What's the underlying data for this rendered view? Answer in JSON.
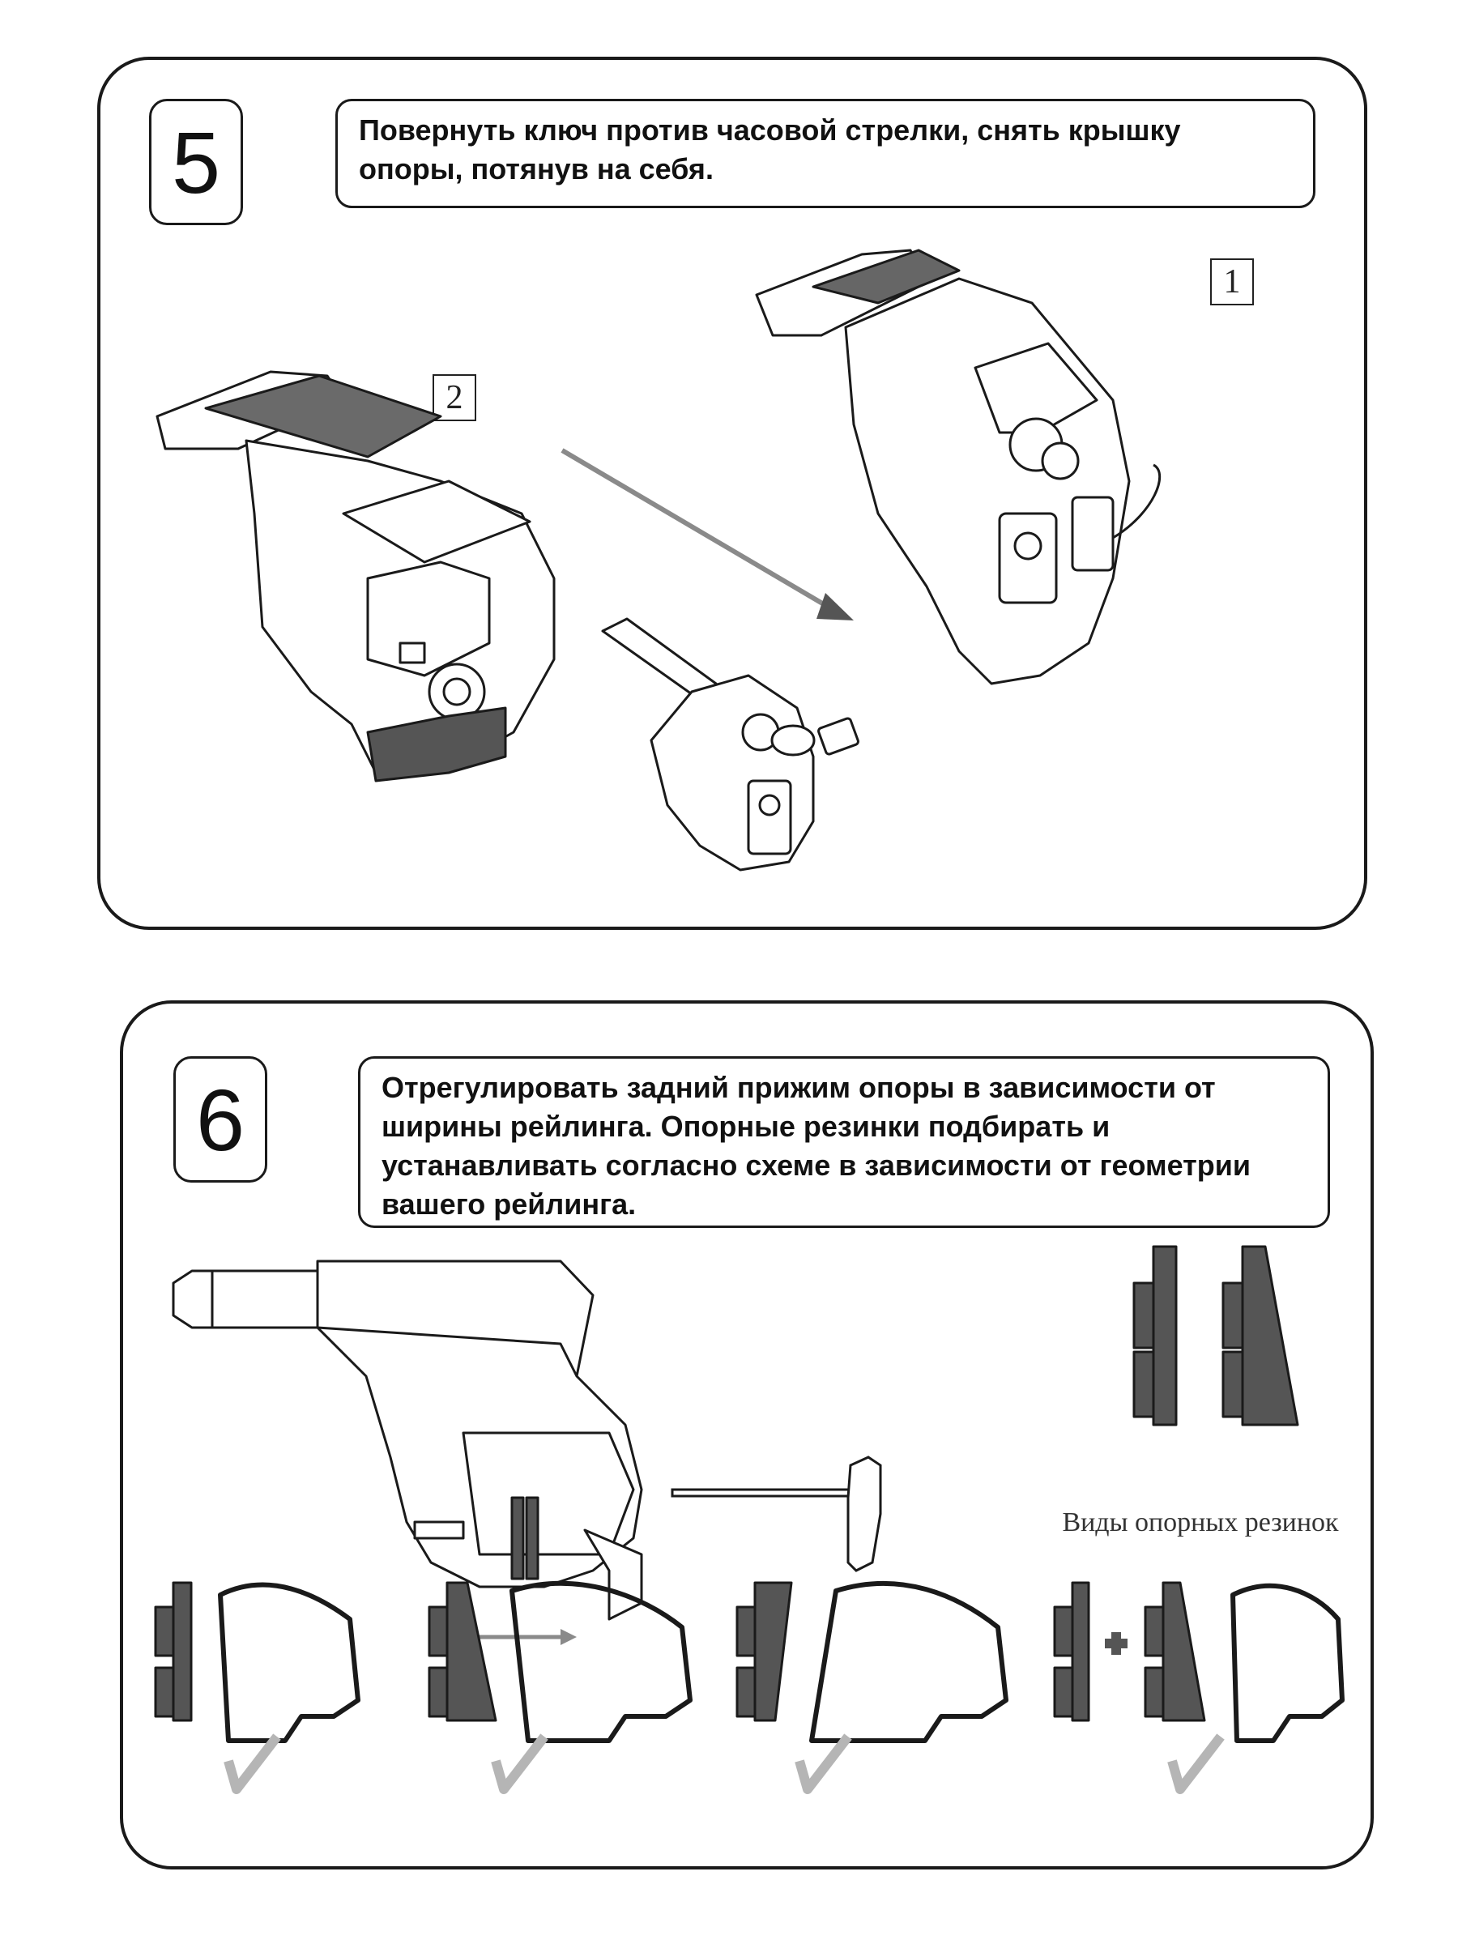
{
  "step5": {
    "number": "5",
    "instruction": "Повернуть ключ  против часовой стрелки, снять крышку опоры, потянув на себя.",
    "callouts": [
      "1",
      "2"
    ]
  },
  "step6": {
    "number": "6",
    "instruction": "Отрегулировать задний прижим опоры в зависимости от ширины рейлинга. Опорные резинки подбирать и устанавливать согласно схеме в зависимости от геометрии вашего рейлинга.",
    "gasket_caption": "Виды опорных резинок"
  },
  "colors": {
    "outline": "#1a1a1a",
    "rubber_dark": "#555555",
    "check_gray": "#b5b5b5",
    "arrow_gray": "#8a8a8a"
  }
}
